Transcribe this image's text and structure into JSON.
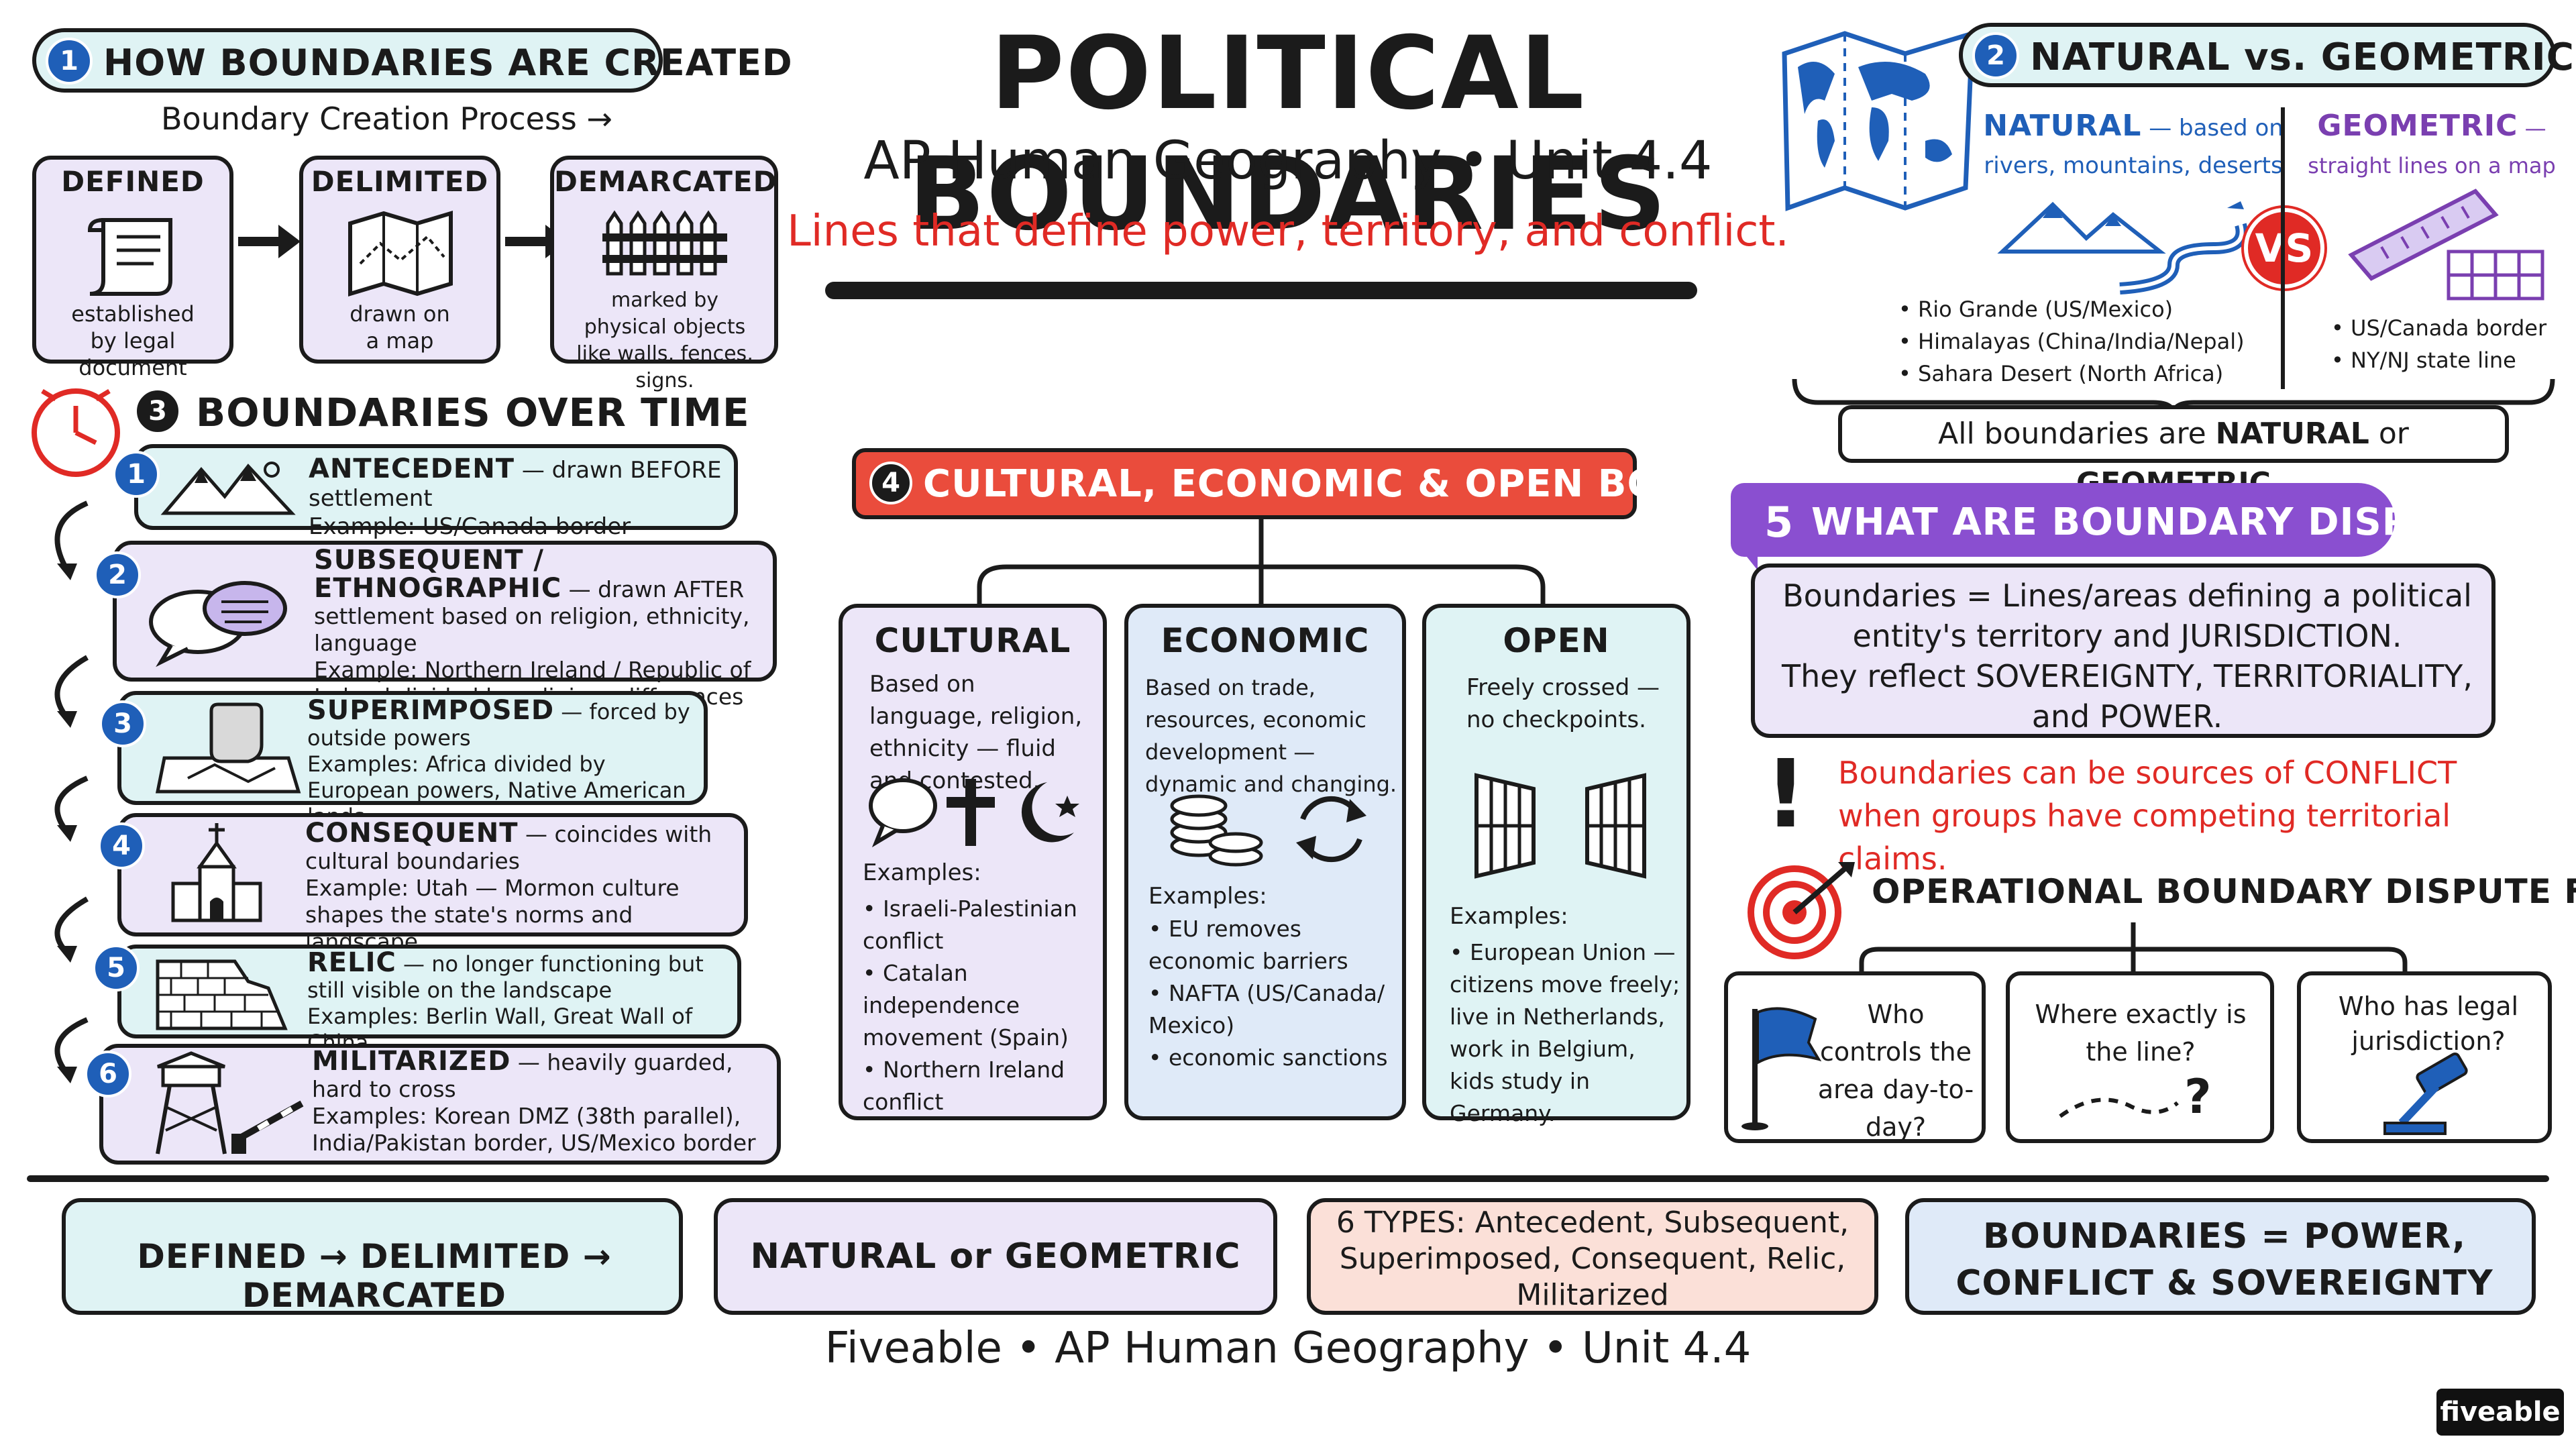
{
  "title": "POLITICAL BOUNDARIES",
  "subtitle": "AP Human Geography • Unit 4.4",
  "tagline": "Lines that define power, territory, and conflict.",
  "sec1": {
    "num": "1",
    "heading": "HOW BOUNDARIES ARE CREATED",
    "process_label": "Boundary Creation Process →",
    "steps": [
      {
        "title": "DEFINED",
        "desc": "established by legal document"
      },
      {
        "title": "DELIMITED",
        "desc": "drawn on a map"
      },
      {
        "title": "DEMARCATED",
        "desc": "marked by physical objects like walls, fences, signs."
      }
    ]
  },
  "sec3": {
    "num": "3",
    "heading": "BOUNDARIES OVER TIME",
    "items": [
      {
        "num": "1",
        "title": "ANTECEDENT",
        "desc": " — drawn BEFORE settlement",
        "detail": "Example: US/Canada border"
      },
      {
        "num": "2",
        "title": "SUBSEQUENT / ETHNOGRAPHIC",
        "desc": " — drawn AFTER settlement based on religion, ethnicity, language",
        "detail": "Example: Northern Ireland / Republic of Ireland divided by religious differences"
      },
      {
        "num": "3",
        "title": "SUPERIMPOSED",
        "desc": " — forced by outside powers",
        "detail": "Examples: Africa divided by European powers, Native American lands"
      },
      {
        "num": "4",
        "title": "CONSEQUENT",
        "desc": " — coincides with cultural boundaries",
        "detail": "Example: Utah — Mormon culture shapes the state's norms and landscape"
      },
      {
        "num": "5",
        "title": "RELIC",
        "desc": " — no longer functioning but still visible on the landscape",
        "detail": "Examples: Berlin Wall, Great Wall of China"
      },
      {
        "num": "6",
        "title": "MILITARIZED",
        "desc": " — heavily guarded, hard to cross",
        "detail": "Examples: Korean DMZ (38th parallel), India/Pakistan border, US/Mexico border"
      }
    ]
  },
  "sec2": {
    "num": "2",
    "heading": "NATURAL vs. GEOMETRIC",
    "natural_title": "NATURAL",
    "natural_desc": " — based on rivers, mountains, deserts",
    "natural_examples": [
      "Rio Grande (US/Mexico)",
      "Himalayas (China/India/Nepal)",
      "Sahara Desert (North Africa)"
    ],
    "vs": "VS",
    "geometric_title": "GEOMETRIC",
    "geometric_desc": " — straight lines on a map",
    "geometric_examples": [
      "US/Canada border",
      "NY/NJ state line"
    ],
    "summary_a": "All boundaries are ",
    "summary_b": "NATURAL",
    "summary_c": " or ",
    "summary_d": "GEOMETRIC"
  },
  "sec4": {
    "num": "4",
    "heading": "CULTURAL, ECONOMIC & OPEN BOUNDARIES",
    "cols": [
      {
        "title": "CULTURAL",
        "desc": "Based on language, religion, ethnicity — fluid and contested.",
        "ex_label": "Examples:",
        "examples": [
          "Israeli-Palestinian conflict",
          "Catalan independence movement (Spain)",
          "Northern Ireland conflict"
        ]
      },
      {
        "title": "ECONOMIC",
        "desc": "Based on trade, resources, economic development — dynamic and changing.",
        "ex_label": "Examples:",
        "examples": [
          "EU removes economic barriers",
          "NAFTA (US/Canada/ Mexico)",
          "economic sanctions"
        ]
      },
      {
        "title": "OPEN",
        "desc": "Freely crossed — no checkpoints.",
        "ex_label": "Examples:",
        "examples": [
          "European Union — citizens move freely; live in Netherlands, work in Belgium, kids study in Germany."
        ]
      }
    ]
  },
  "sec5": {
    "num": "5",
    "heading": "WHAT ARE BOUNDARY DISPUTES?",
    "def_1": "Boundaries = Lines/areas defining a political entity's territory and JURISDICTION.",
    "def_2": "They reflect SOVEREIGNTY, TERRITORIALITY, and POWER.",
    "warning_1": "Boundaries can be sources of CONFLICT",
    "warning_2": "when groups have competing territorial claims.",
    "focus_heading": "OPERATIONAL BOUNDARY DISPUTE FOCUS",
    "questions": [
      "Who controls the area day-to-day?",
      "Where exactly is the line?",
      "Who has legal jurisdiction?"
    ]
  },
  "summary_bar": {
    "items": [
      "DEFINED → DELIMITED → DEMARCATED",
      "NATURAL or GEOMETRIC",
      "6 TYPES: Antecedent, Subsequent, Superimposed, Consequent, Relic, Militarized",
      "BOUNDARIES = POWER, CONFLICT & SOVEREIGNTY"
    ]
  },
  "footer": "Fiveable • AP Human Geography • Unit 4.4",
  "logo": "fiveable",
  "colors": {
    "accent_red": "#e02a25",
    "accent_blue": "#1f5fb8",
    "accent_purple": "#7a3fb0",
    "teal_fill": "#dff3f4",
    "lavender_fill": "#ece6f8",
    "blue_fill": "#dfeaf8",
    "peach_fill": "#fbe0d8"
  }
}
